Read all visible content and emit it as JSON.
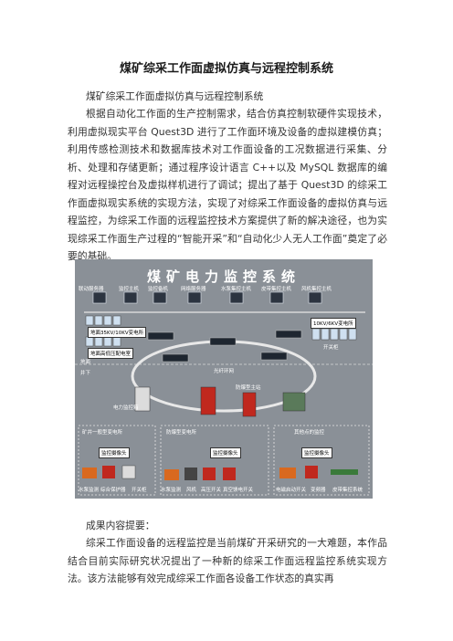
{
  "document": {
    "title": "煤矿综采工作面虚拟仿真与远程控制系统",
    "subtitle": "煤矿综采工作面虚拟仿真与远程控制系统",
    "intro": "根据自动化工作面的生产控制需求，结合仿真控制软硬件实现技术，利用虚拟现实平台 Quest3D 进行了工作面环境及设备的虚拟建模仿真；利用传感检测技术和数据库技术对工作面设备的工况数据进行采集、分析、处理和存储更新；通过程序设计语言 C++以及 MySQL 数据库的编程对远程操控台及虚拟样机进行了调试；提出了基于 Quest3D 的综采工作面虚拟现实系统的实现方法，实现了对综采工作面设备的虚拟仿真与远程监控，为综采工作面的远程监控技术方案提供了新的解决途径，也为实现综采工作面生产过程的“智能开采”和“自动化少人无人工作面”奠定了必要的基础。",
    "summary_heading": "成果内容提要：",
    "summary": "综采工作面设备的远程监控是当前煤矿开采研究的一大难题，本作品结合目前实际研究状况提出了一种新的综采工作面远程监控系统实现方法。该方法能够有效完成综采工作面各设备工作状态的真实再"
  },
  "figure": {
    "title": "煤矿电力监控系统",
    "top_labels": [
      "联动服务器",
      "监控主机",
      "监控备机",
      "网络服务器",
      "水泵集控主机",
      "皮带集控主机",
      "风机集控主机"
    ],
    "station_left": "地面35KV/10KV变电所",
    "station_left_sub": "地面高低压配电室",
    "station_right": "10KV/6KV变电所",
    "switch_right": "开关柜",
    "ground": "地面",
    "underground": "井下",
    "ring": "光纤环网",
    "power_box": "电力监控箱",
    "pump_box": "防爆型主站",
    "bottom_sections": [
      "矿井一般型变电所",
      "防爆型变电所",
      "其他点的监控"
    ],
    "camera": "监控摄像头",
    "bottom_items": [
      "水泵监测",
      "综合保护器",
      "开关柜",
      "水泵监测",
      "风机",
      "高压开关",
      "真空馈电开关",
      "电磁启动开关",
      "变频器",
      "皮带集控系统"
    ]
  },
  "colors": {
    "figure_bg": "#8a9097",
    "ring": "#e8e8e8",
    "cabinet_red": "#c0281e",
    "panel_blue": "#cfe0f0"
  }
}
